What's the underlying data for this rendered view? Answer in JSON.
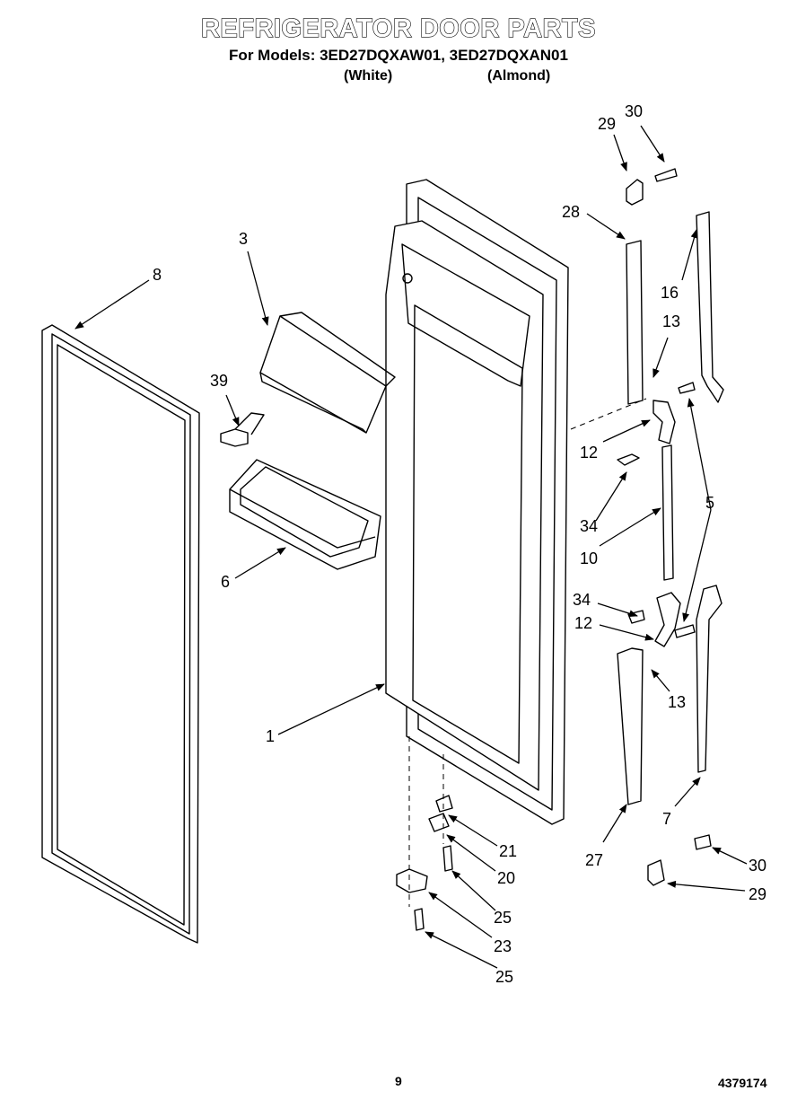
{
  "header": {
    "title": "REFRIGERATOR DOOR PARTS",
    "models_line": "For Models: 3ED27DQXAW01, 3ED27DQXAN01",
    "color_white": "(White)",
    "color_almond": "(Almond)"
  },
  "callouts": {
    "c1": "1",
    "c3": "3",
    "c5": "5",
    "c6": "6",
    "c7": "7",
    "c8": "8",
    "c10": "10",
    "c12a": "12",
    "c12b": "12",
    "c13a": "13",
    "c13b": "13",
    "c16": "16",
    "c20": "20",
    "c21": "21",
    "c23": "23",
    "c25a": "25",
    "c25b": "25",
    "c27": "27",
    "c28": "28",
    "c29a": "29",
    "c29b": "29",
    "c30a": "30",
    "c30b": "30",
    "c34a": "34",
    "c34b": "34",
    "c39": "39"
  },
  "footer": {
    "page_number": "9",
    "doc_number": "4379174"
  }
}
